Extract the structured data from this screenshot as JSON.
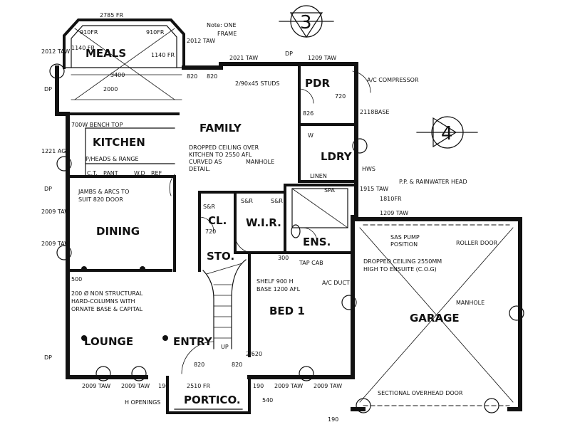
{
  "rooms": {
    "meals": "MEALS",
    "kitchen": "KITCHEN",
    "family": "FAMILY",
    "dining": "DINING",
    "wir": "W.I.R.",
    "ens": "ENS.",
    "bed1": "BED 1",
    "garage": "GARAGE",
    "lounge": "LOUNGE",
    "entry": "ENTRY",
    "portico": "PORTICO.",
    "pdr": "PDR",
    "ldry": "LDRY",
    "linen": "LINEN",
    "cl": "CL.",
    "sto": "STO."
  },
  "markers": {
    "m3": "3",
    "m4": "4"
  },
  "notes": {
    "one_frame": "Note: ONE",
    "one_frame2": "FRAME",
    "studs": "2/90x45 STUDS",
    "ac": "A/C COMPRESSOR",
    "bench": "700W BENCH TOP",
    "heads": "P/HEADS & RANGE",
    "pant": "PANT",
    "ref": "REF",
    "ceil1": "DROPPED CEILING OVER",
    "ceil2": "KITCHEN TO 2550 AFL",
    "ceil3": "CURVED AS",
    "ceil4": "DETAIL.",
    "manhole": "MANHOLE",
    "manhole2": "MANHOLE",
    "jambs1": "JAMBS & ARCS TO",
    "jambs2": "SUIT 820 DOOR",
    "rain": "P.P. & RAINWATER HEAD",
    "pump1": "SAS PUMP",
    "pump2": "POSITION",
    "roller": "ROLLER DOOR",
    "enc1": "DROPPED CEILING 2550MM",
    "enc2": "HIGH TO ENSUITE (C.O.G)",
    "shelf1": "SHELF 900 H",
    "shelf2": "BASE 1200 AFL",
    "acduct": "A/C DUCT",
    "col1": "200 Ø NON STRUCTURAL",
    "col2": "HARD-COLUMNS WITH",
    "col3": "ORNATE BASE & CAPITAL",
    "sectional": "SECTIONAL OVERHEAD DOOR",
    "openings": "H OPENINGS",
    "up": "UP",
    "spa": "SPA",
    "w": "W"
  },
  "dims": {
    "d2785": "2785 FR",
    "d910a": "910FR",
    "d910b": "910FR",
    "d1140a": "1140 FR",
    "d1140b": "1140 FR",
    "d2012a": "2012 TAW",
    "d2012b": "2012 TAW",
    "d3400": "3400",
    "d2000": "2000",
    "d2021": "2021 TAW",
    "d1209a": "1209 TAW",
    "d820a": "820",
    "d820b": "820",
    "d2118": "2118BASE",
    "d1221": "1221 AGN",
    "d2009a": "2009 TAW",
    "d2009b": "2009 TAW",
    "d1810": "1810FR",
    "d1209b": "1209 TAW",
    "d1915": "1915 TAW",
    "d720a": "720",
    "d720b": "720",
    "d826": "826",
    "d300": "300",
    "d500": "500",
    "d2620": "2/620",
    "d2510": "2510 FR",
    "d540": "540",
    "d190a": "190",
    "d190b": "190",
    "d190c": "190",
    "d2009c": "2009 TAW",
    "d2009d": "2009 TAW",
    "d2009e": "2009 TAW",
    "d2009f": "2009 TAW",
    "d820c": "820",
    "d820d": "820",
    "tapcab": "TAP CAB",
    "dp1": "DP",
    "dp2": "DP",
    "dp3": "DP",
    "dp4": "DP",
    "hws": "HWS",
    "ct": "C.T.",
    "sr1": "S&R",
    "sr2": "S&R",
    "sr3": "S&R",
    "wd": "W.D"
  }
}
